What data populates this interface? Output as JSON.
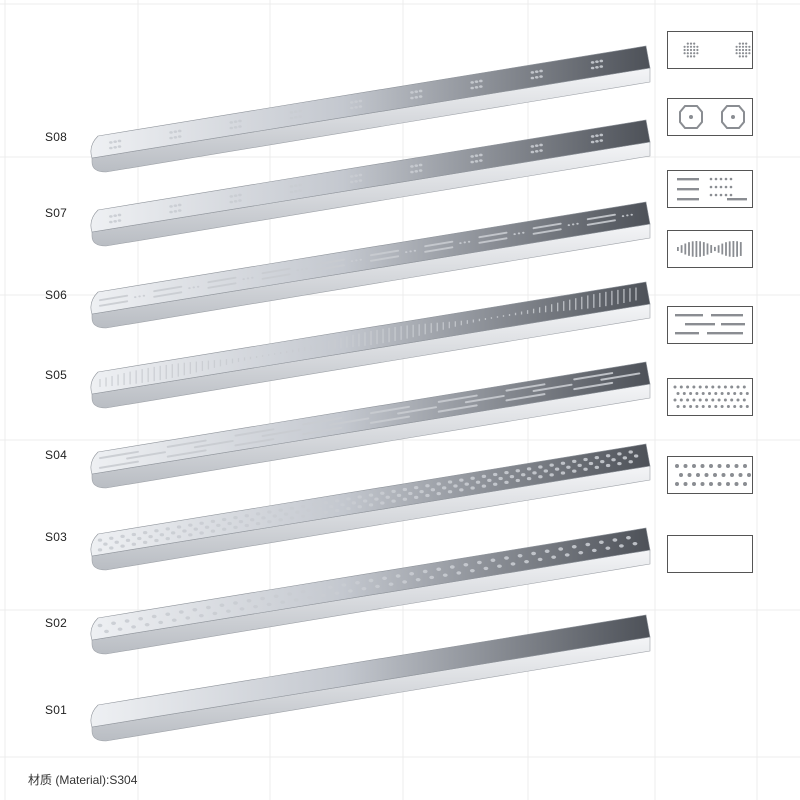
{
  "products": [
    {
      "code": "S08",
      "pattern": "cross-medallion"
    },
    {
      "code": "S07",
      "pattern": "octagon-medallion"
    },
    {
      "code": "S06",
      "pattern": "slot-and-dot-mix"
    },
    {
      "code": "S05",
      "pattern": "wave-slots"
    },
    {
      "code": "S04",
      "pattern": "staggered-long-slots"
    },
    {
      "code": "S03",
      "pattern": "dense-dot-grid"
    },
    {
      "code": "S02",
      "pattern": "sparse-dot-grid"
    },
    {
      "code": "S01",
      "pattern": "plain"
    }
  ],
  "material_note": "材质 (Material):S304",
  "colors": {
    "background": "#ffffff",
    "grid_line": "#ececec",
    "steel_light": "#eef0f3",
    "steel_dark": "#4d5158",
    "hole": "#c9ccd1"
  }
}
